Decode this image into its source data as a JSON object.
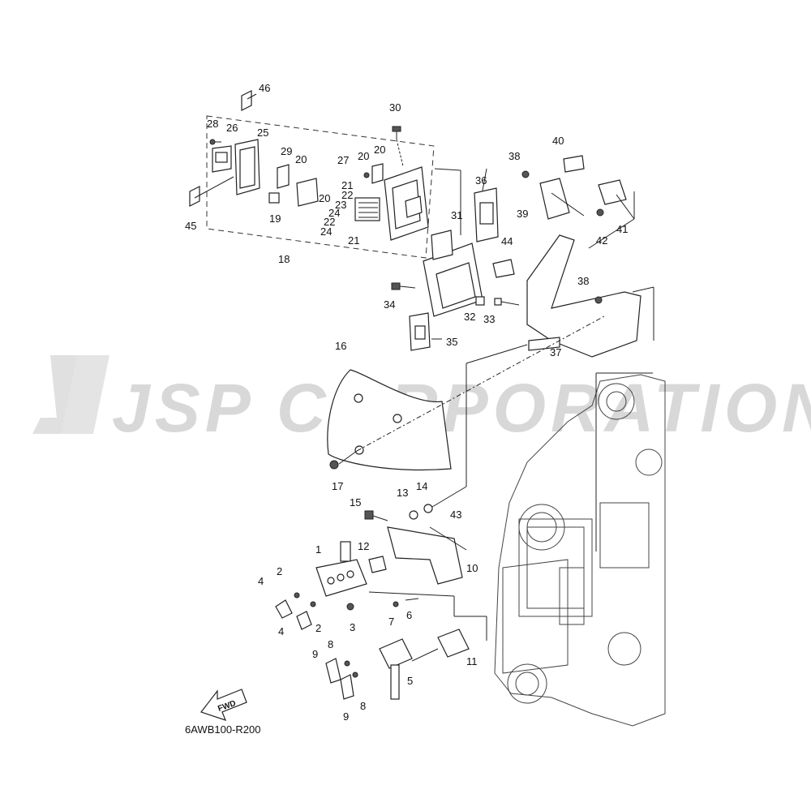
{
  "watermark": "JSP CORPORATION",
  "diagram_code": "6AWB100-R200",
  "fwd_label": "FWD",
  "callouts": {
    "c1": "1",
    "c2a": "2",
    "c2b": "2",
    "c3": "3",
    "c4a": "4",
    "c4b": "4",
    "c5": "5",
    "c6": "6",
    "c7": "7",
    "c8a": "8",
    "c8b": "8",
    "c9a": "9",
    "c9b": "9",
    "c10": "10",
    "c11": "11",
    "c12": "12",
    "c13": "13",
    "c14": "14",
    "c15": "15",
    "c16": "16",
    "c17": "17",
    "c18": "18",
    "c19": "19",
    "c20a": "20",
    "c20b": "20",
    "c20c": "20",
    "c20d": "20",
    "c21a": "21",
    "c21b": "21",
    "c22a": "22",
    "c22b": "22",
    "c23": "23",
    "c24a": "24",
    "c24b": "24",
    "c25": "25",
    "c26": "26",
    "c27": "27",
    "c28": "28",
    "c29": "29",
    "c30": "30",
    "c31": "31",
    "c32": "32",
    "c33": "33",
    "c34": "34",
    "c35": "35",
    "c36": "36",
    "c37": "37",
    "c38a": "38",
    "c38b": "38",
    "c39": "39",
    "c40": "40",
    "c41": "41",
    "c42": "42",
    "c43": "43",
    "c44": "44",
    "c45": "45",
    "c46": "46"
  }
}
